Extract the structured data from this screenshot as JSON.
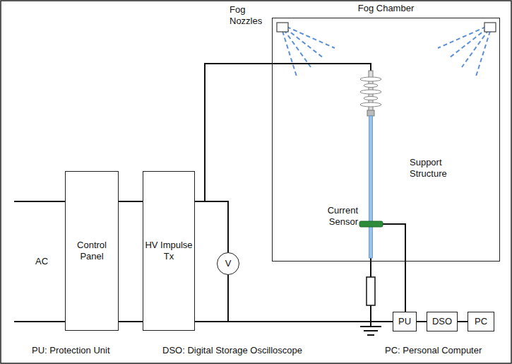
{
  "diagram": {
    "nodes": [
      {
        "text": [
          "Fog Chamber"
        ]
      },
      {
        "text": [
          "Control Panel"
        ]
      },
      {
        "text": [
          "HV Impulse Tx"
        ]
      },
      {
        "text": [
          "V"
        ]
      },
      {
        "text": [
          "PU"
        ]
      },
      {
        "text": [
          "DSO"
        ]
      },
      {
        "text": [
          "PC"
        ]
      }
    ],
    "edges": [
      {
        "from": 1,
        "to": 2,
        "arrow": "none"
      },
      {
        "from": 1,
        "to": 2,
        "arrow": "none"
      },
      {
        "from": 2,
        "to": 0,
        "arrow": "none"
      },
      {
        "from": 2,
        "to": 4,
        "arrow": "none"
      },
      {
        "from": 4,
        "to": 5,
        "arrow": "none"
      },
      {
        "from": 5,
        "to": 6,
        "arrow": "none"
      }
    ],
    "labels": [
      "Fog Nozzles",
      "Support Structure",
      "Current Sensor",
      "AC",
      "PU: Protection Unit",
      "DSO: Digital Storage Oscilloscope",
      "PC: Personal Computer"
    ]
  }
}
